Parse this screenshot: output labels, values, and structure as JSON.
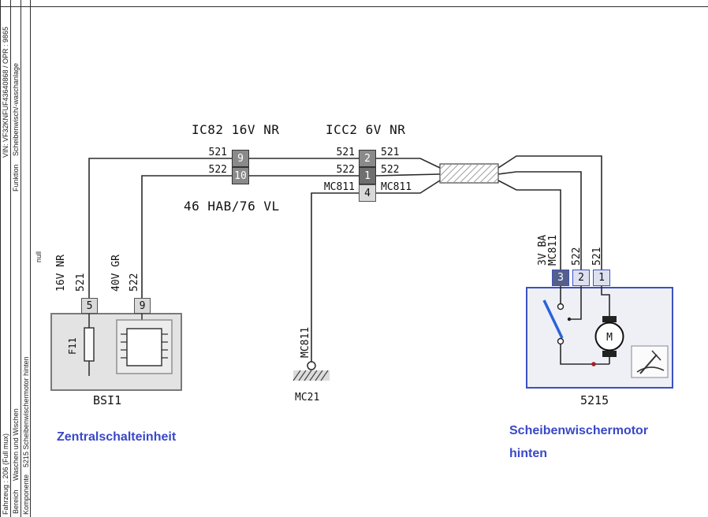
{
  "sidebar": {
    "vin": "VIN: VF32KNFUF43640868 / OPR : 9865",
    "funktion_label": "Funktion",
    "funktion_value": "Scheibenwisch/-waschanlage",
    "fahrzeug": "Fahrzeug : 206 (Full mux)",
    "bereich_label": "Bereich",
    "bereich_value": "Waschen und Wischen",
    "komponente_label": "Komponente",
    "komponente_value": "5215 Scheibenwischermotor hinten",
    "null_marker": "null"
  },
  "connectors": {
    "ic82_title": "IC82 16V NR",
    "icc2_title": "ICC2 6V NR",
    "harness_note": "46 HAB/76 VL",
    "ic82_pins": [
      "9",
      "10"
    ],
    "icc2_pins": [
      "2",
      "1",
      "4"
    ],
    "seg1_labels": [
      "521",
      "522"
    ],
    "seg2_left_labels": [
      "521",
      "522",
      "MC811"
    ],
    "seg2_right_labels": [
      "521",
      "522",
      "MC811"
    ]
  },
  "bsi": {
    "pins": [
      "5",
      "9"
    ],
    "wire1": {
      "spec": "16V NR",
      "number": "521"
    },
    "wire2": {
      "spec": "40V GR",
      "number": "522"
    },
    "fuse": "F11",
    "ref": "BSI1",
    "name": "Zentralschalteinheit"
  },
  "ground": {
    "wire": "MC811",
    "ref": "MC21"
  },
  "motor": {
    "pins": [
      "3",
      "2",
      "1"
    ],
    "wire_specs": [
      "3V BA",
      "MC811",
      "522",
      "521"
    ],
    "symbol": "M",
    "ref": "5215",
    "name": "Scheibenwischermotor hinten"
  },
  "colors": {
    "component_name_blue": "#3948c8",
    "motor_box_border": "#3c50c0",
    "switch_lever_blue": "#2b62d9",
    "junction_red": "#a82020"
  }
}
